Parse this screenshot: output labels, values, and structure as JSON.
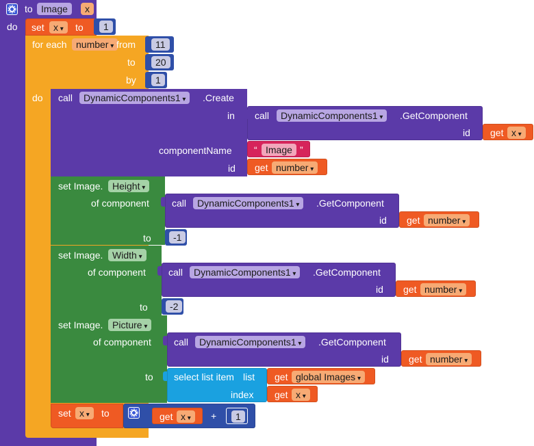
{
  "procedure": {
    "keyword_to": "to",
    "name": "Image",
    "param": "x",
    "keyword_do": "do"
  },
  "set_x_1": {
    "set": "set",
    "var": "x",
    "to": "to",
    "value": "1"
  },
  "for_each": {
    "label": "for each",
    "var": "number",
    "from_label": "from",
    "from_value": "11",
    "to_label": "to",
    "to_value": "20",
    "by_label": "by",
    "by_value": "1",
    "do_label": "do"
  },
  "create": {
    "call": "call",
    "component": "DynamicComponents1",
    "method": ".Create",
    "in_label": "in",
    "in_call": "call",
    "in_component": "DynamicComponents1",
    "in_method": ".GetComponent",
    "in_id_label": "id",
    "in_get": "get",
    "in_get_var": "x",
    "componentName_label": "componentName",
    "componentName_open": "“",
    "componentName_value": "Image",
    "componentName_close": "”",
    "id_label": "id",
    "id_get": "get",
    "id_get_var": "number"
  },
  "set_height": {
    "set": "set Image.",
    "prop": "Height",
    "of_label": "of component",
    "call": "call",
    "component": "DynamicComponents1",
    "method": ".GetComponent",
    "id_label": "id",
    "get": "get",
    "get_var": "number",
    "to_label": "to",
    "value": "-1"
  },
  "set_width": {
    "set": "set Image.",
    "prop": "Width",
    "of_label": "of component",
    "call": "call",
    "component": "DynamicComponents1",
    "method": ".GetComponent",
    "id_label": "id",
    "get": "get",
    "get_var": "number",
    "to_label": "to",
    "value": "-2"
  },
  "set_picture": {
    "set": "set Image.",
    "prop": "Picture",
    "of_label": "of component",
    "call": "call",
    "component": "DynamicComponents1",
    "method": ".GetComponent",
    "id_label": "id",
    "get": "get",
    "get_var": "number",
    "to_label": "to",
    "select_label": "select list item",
    "list_label": "list",
    "list_get": "get",
    "list_var": "global Images",
    "index_label": "index",
    "index_get": "get",
    "index_var": "x"
  },
  "set_x_inc": {
    "set": "set",
    "var": "x",
    "to": "to",
    "get": "get",
    "get_var": "x",
    "op": "+",
    "value": "1"
  },
  "icons": {
    "gear": "gear-icon"
  },
  "colors": {
    "procedure": "#5b3aa8",
    "variable": "#ef5a23",
    "control": "#f5a623",
    "component_setter": "#3a8a3f",
    "math": "#2f4fa8",
    "list": "#1aa1e0",
    "text": "#d6245b"
  }
}
